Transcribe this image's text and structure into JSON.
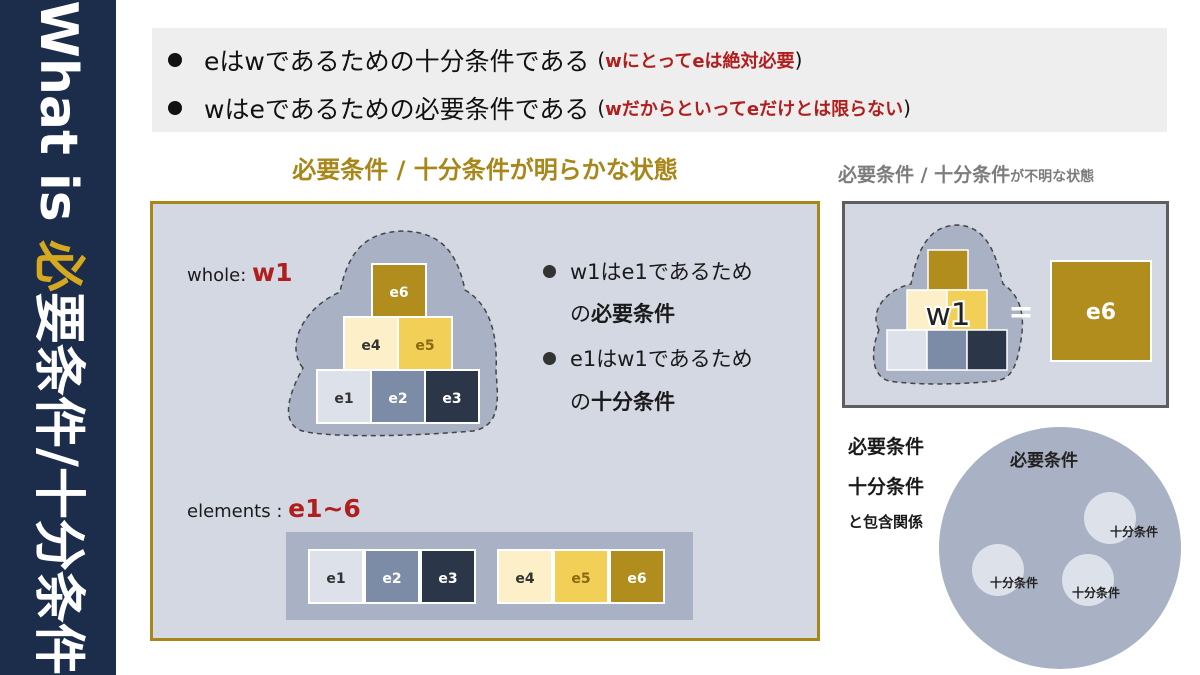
{
  "sidebar": {
    "title_prefix": "What is ",
    "title_accent": "必",
    "title_suffix": "要条件/十分条件?"
  },
  "bullets": [
    {
      "main": "eはwであるための十分条件である",
      "paren_open": "(",
      "emphasis": "wにとってeは絶対必要",
      "paren_close": ")"
    },
    {
      "main": "wはeであるための必要条件である",
      "paren_open": "(",
      "emphasis": "wだからといってeだけとは限らない",
      "paren_close": ")"
    }
  ],
  "left_section": {
    "heading": "必要条件 / 十分条件が明らかな状態",
    "whole_label": "whole: ",
    "whole_value": "w1",
    "elements_label": "elements : ",
    "elements_value": "e1~6",
    "pyramid": [
      "e1",
      "e2",
      "e3",
      "e4",
      "e5",
      "e6"
    ],
    "element_row": [
      "e1",
      "e2",
      "e3",
      "e4",
      "e5",
      "e6"
    ],
    "statements": [
      {
        "line1": "w1はe1であるため",
        "line2_prefix": "の",
        "line2_bold": "必要条件"
      },
      {
        "line1": "e1はw1であるため",
        "line2_prefix": "の",
        "line2_bold": "十分条件"
      }
    ]
  },
  "right_section": {
    "heading_main": "必要条件 / 十分条件",
    "heading_small": "が不明な状態",
    "equation_left": "w1",
    "equation_op": "=",
    "equation_right": "e6",
    "relation_labels": [
      "必要条件",
      "十分条件",
      "と包含関係"
    ],
    "circle_big_label": "必要条件",
    "circle_small_labels": [
      "十分条件",
      "十分条件",
      "十分条件"
    ]
  },
  "colors": {
    "sidebar": "#1b2d4a",
    "gold": "#a8861a",
    "red": "#b01e1e",
    "panel": "#d3d8e2",
    "e1": "#dde1ea",
    "e2": "#7d8ca6",
    "e3": "#2c3649",
    "e4": "#fdf0c8",
    "e5": "#f2cf57",
    "e6": "#b08d1c"
  }
}
